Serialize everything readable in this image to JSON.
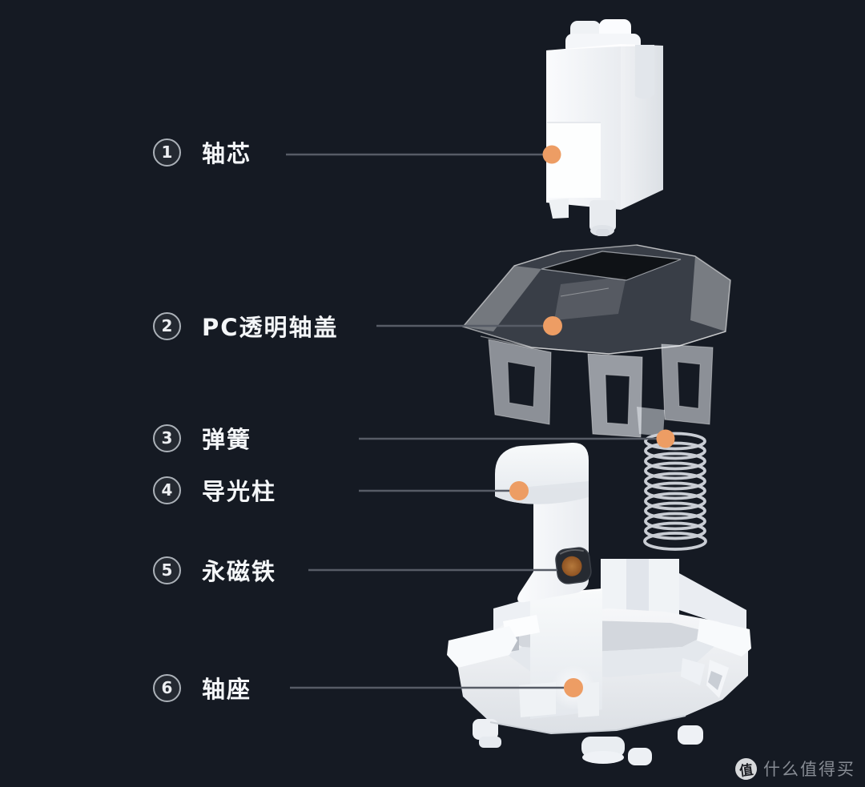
{
  "page": {
    "background": "#151A23"
  },
  "labels": [
    {
      "num": "1",
      "text": "轴芯",
      "part": "stem"
    },
    {
      "num": "2",
      "text": "PC透明轴盖",
      "part": "transparent-top-housing"
    },
    {
      "num": "3",
      "text": "弹簧",
      "part": "spring"
    },
    {
      "num": "4",
      "text": "导光柱",
      "part": "light-guide-column"
    },
    {
      "num": "5",
      "text": "永磁铁",
      "part": "permanent-magnet"
    },
    {
      "num": "6",
      "text": "轴座",
      "part": "switch-base"
    }
  ],
  "watermark": {
    "logo_char": "值",
    "text": "什么值得买"
  },
  "colors": {
    "background": "#151A23",
    "accent_dot": "#ED9D64",
    "callout_line": "#575C66",
    "badge_ring": "#ABB1B8",
    "label_text": "#F4F6F8",
    "magnet_face": "#A96A30",
    "spring_wire": "#C9CDD4",
    "plastic_white": "#F5F6F8"
  }
}
